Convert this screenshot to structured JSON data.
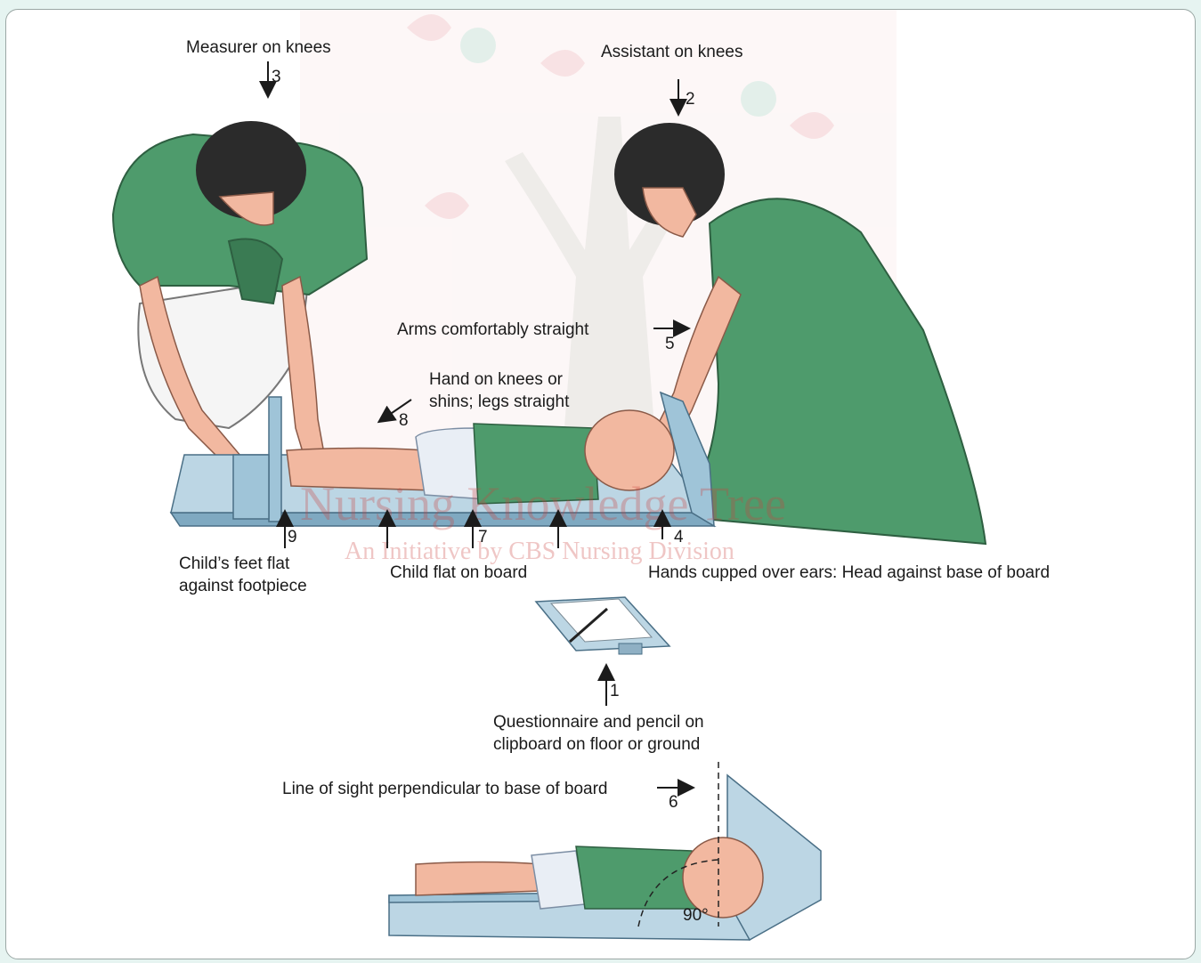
{
  "labels": {
    "measurer": "Measurer on knees",
    "assistant": "Assistant on knees",
    "arms": "Arms comfortably straight",
    "hand_line1": "Hand on knees or",
    "hand_line2": "shins; legs straight",
    "feet_line1": "Child’s feet flat",
    "feet_line2": "against footpiece",
    "flat": "Child flat on board",
    "hands_cupped": "Hands cupped over ears: Head against base of board",
    "quest_line1": "Questionnaire and pencil on",
    "quest_line2": "clipboard on floor or ground",
    "sight": "Line of sight perpendicular to base of board",
    "angle": "90°"
  },
  "numbers": {
    "n1": "1",
    "n2": "2",
    "n3": "3",
    "n4": "4",
    "n5": "5",
    "n6": "6",
    "n7": "7",
    "n8": "8",
    "n9": "9"
  },
  "watermark": {
    "title": "Nursing Knowledge Tree",
    "subtitle": "An Initiative by CBS Nursing Division"
  },
  "colors": {
    "green": "#4e9b6c",
    "green_dark": "#3a7b53",
    "board": "#9fc4d8",
    "skin": "#f2b8a0",
    "hair": "#2b2b2b",
    "watermark": "#c9433f"
  }
}
